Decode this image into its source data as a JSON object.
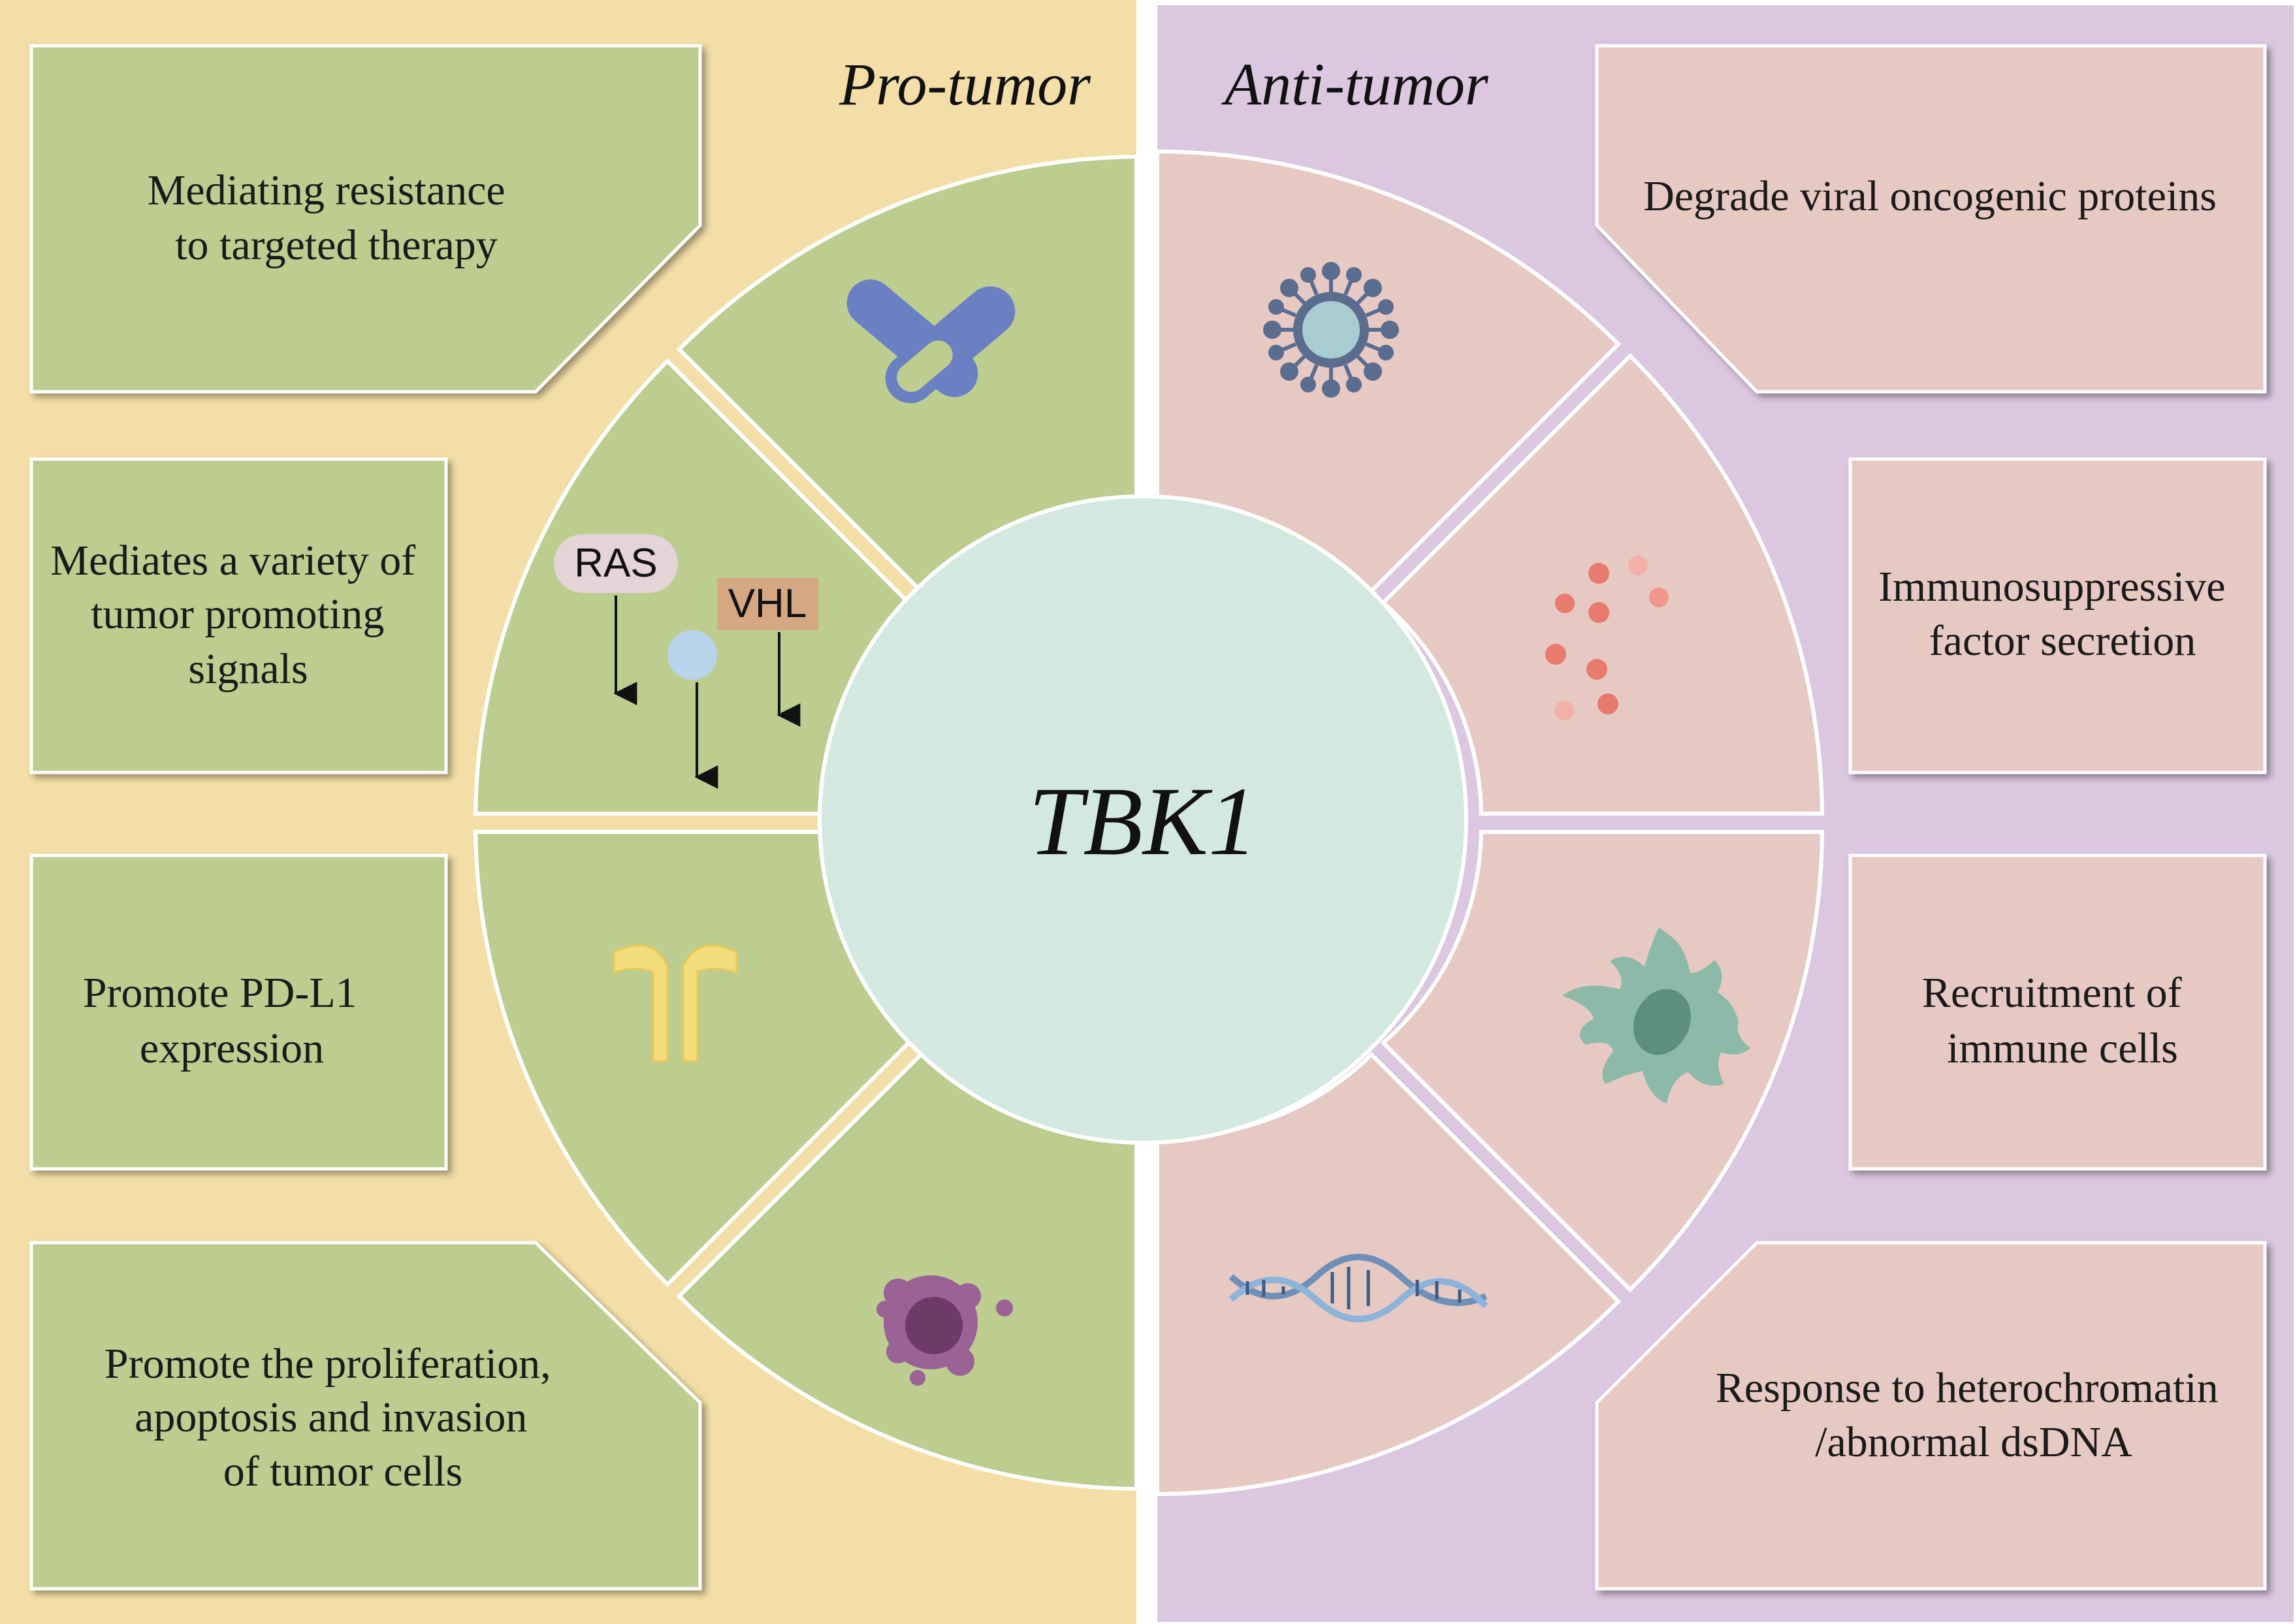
{
  "center": {
    "label": "TBK1"
  },
  "pro_tumor": {
    "heading": "Pro-tumor",
    "boxes": [
      {
        "lines": [
          "Mediating resistance",
          "to targeted therapy"
        ]
      },
      {
        "lines": [
          "Mediates a variety of",
          "tumor promoting",
          "signals"
        ]
      },
      {
        "lines": [
          "Promote PD-L1",
          "expression"
        ]
      },
      {
        "lines": [
          "Promote the proliferation,",
          "apoptosis and invasion",
          "of tumor cells"
        ]
      }
    ],
    "icons": [
      "pill-capsules-icon",
      "signaling-pathway-icon",
      "pd-l1-receptor-icon",
      "tumor-cell-icon"
    ],
    "genes": {
      "ras": "RAS",
      "vhl": "VHL"
    }
  },
  "anti_tumor": {
    "heading": "Anti-tumor",
    "boxes": [
      {
        "lines": [
          "Degrade viral oncogenic proteins"
        ]
      },
      {
        "lines": [
          "Immunosuppressive",
          "factor secretion"
        ]
      },
      {
        "lines": [
          "Recruitment of",
          "immune cells"
        ]
      },
      {
        "lines": [
          "Response to heterochromatin",
          "/abnormal dsDNA"
        ]
      }
    ],
    "icons": [
      "virus-icon",
      "secreted-factor-dots-icon",
      "immune-cell-icon",
      "dna-helix-icon"
    ]
  },
  "colors": {
    "pro_background": "#f2dea6",
    "anti_background": "#dbc7e0",
    "pro_box": "#bccd8f",
    "anti_box": "#e6c9c2",
    "center_circle": "#d3e9e0"
  }
}
